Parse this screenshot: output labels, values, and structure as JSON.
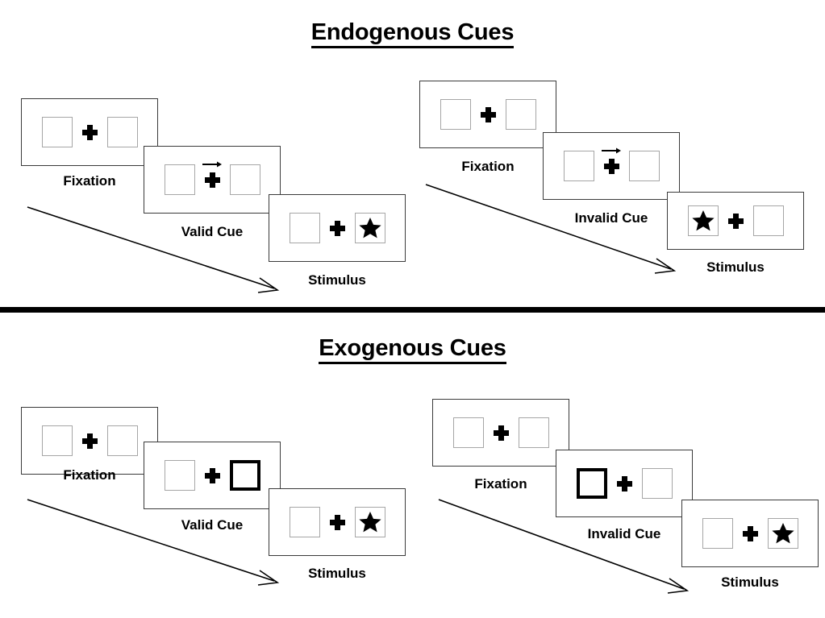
{
  "figure": {
    "sections": [
      {
        "id": "endogenous",
        "title": "Endogenous Cues",
        "panels": [
          {
            "id": "endogenous-valid",
            "cue_type": "arrow",
            "cards": [
              {
                "label": "Fixation",
                "left_box": "empty",
                "right_box": "empty",
                "cue": "none",
                "target": "none"
              },
              {
                "label": "Valid Cue",
                "left_box": "empty",
                "right_box": "empty",
                "cue": "arrow-right",
                "target": "none"
              },
              {
                "label": "Stimulus",
                "left_box": "empty",
                "right_box": "star",
                "cue": "none",
                "target": "right"
              }
            ]
          },
          {
            "id": "endogenous-invalid",
            "cue_type": "arrow",
            "cards": [
              {
                "label": "Fixation",
                "left_box": "empty",
                "right_box": "empty",
                "cue": "none",
                "target": "none"
              },
              {
                "label": "Invalid Cue",
                "left_box": "empty",
                "right_box": "empty",
                "cue": "arrow-right",
                "target": "none"
              },
              {
                "label": "Stimulus",
                "left_box": "star",
                "right_box": "empty",
                "cue": "none",
                "target": "left"
              }
            ]
          }
        ]
      },
      {
        "id": "exogenous",
        "title": "Exogenous Cues",
        "panels": [
          {
            "id": "exogenous-valid",
            "cue_type": "box-flash",
            "cards": [
              {
                "label": "Fixation",
                "left_box": "empty",
                "right_box": "empty",
                "cue": "none",
                "target": "none"
              },
              {
                "label": "Valid Cue",
                "left_box": "empty",
                "right_box": "cued",
                "cue": "box-right",
                "target": "none"
              },
              {
                "label": "Stimulus",
                "left_box": "empty",
                "right_box": "star",
                "cue": "none",
                "target": "right"
              }
            ]
          },
          {
            "id": "exogenous-invalid",
            "cue_type": "box-flash",
            "cards": [
              {
                "label": "Fixation",
                "left_box": "empty",
                "right_box": "empty",
                "cue": "none",
                "target": "none"
              },
              {
                "label": "Invalid Cue",
                "left_box": "cued",
                "right_box": "empty",
                "cue": "box-left",
                "target": "none"
              },
              {
                "label": "Stimulus",
                "left_box": "empty",
                "right_box": "star",
                "cue": "none",
                "target": "right"
              }
            ]
          }
        ]
      }
    ],
    "icons": {
      "fixation_cross": "plus-icon",
      "cue_arrow": "arrow-right-icon",
      "target": "star-icon",
      "time_flow": "diagonal-arrow-icon"
    },
    "colors": {
      "ink": "#000000",
      "card_border": "#3a3a3a",
      "box_border": "#a6a6a6",
      "cued_box_border": "#000000",
      "background": "#ffffff"
    }
  }
}
